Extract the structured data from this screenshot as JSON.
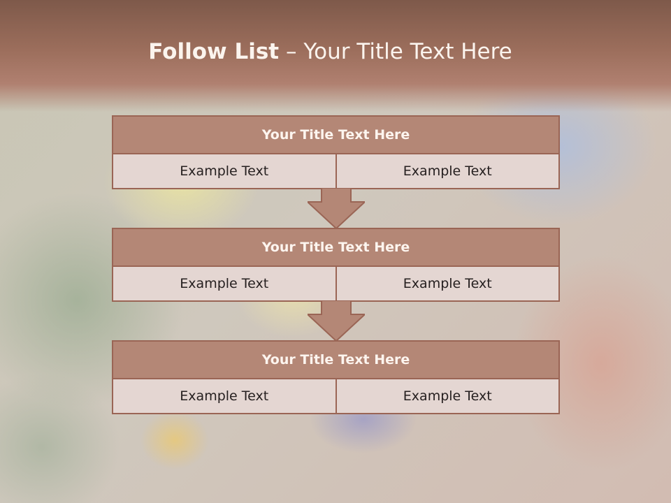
{
  "slide": {
    "title_bold": "Follow List",
    "title_rest": " – Your Title Text Here"
  },
  "blocks": [
    {
      "title": "Your Title Text Here",
      "left": "Example Text",
      "right": "Example Text"
    },
    {
      "title": "Your Title Text Here",
      "left": "Example Text",
      "right": "Example Text"
    },
    {
      "title": "Your Title Text Here",
      "left": "Example Text",
      "right": "Example Text"
    }
  ],
  "colors": {
    "header": "#9c6e5c",
    "block_title": "#b48776",
    "block_cell": "#e4d6d2",
    "border": "#9a6555"
  }
}
